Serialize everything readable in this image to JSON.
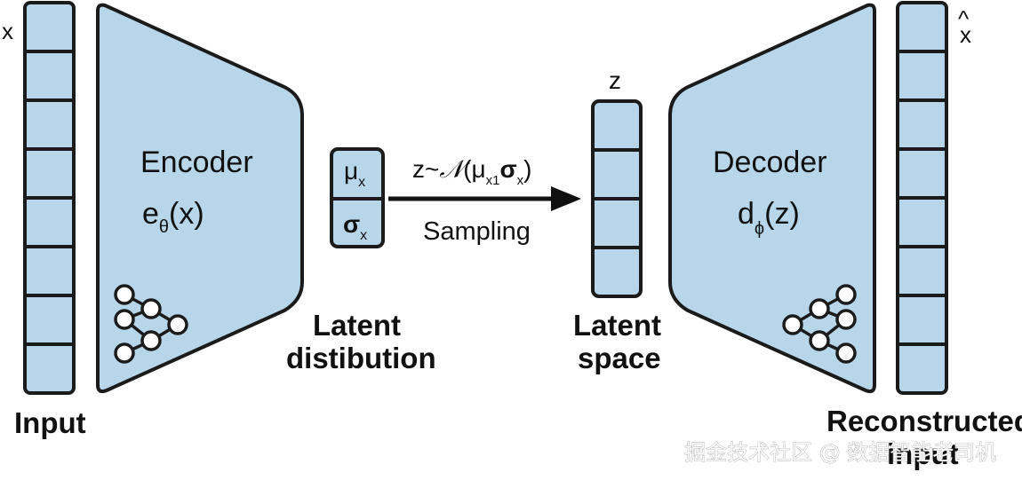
{
  "input": {
    "symbol": "x",
    "label": "Input",
    "cells": 8
  },
  "encoder": {
    "title": "Encoder",
    "func": "e",
    "func_sub": "θ",
    "func_arg": "(x)"
  },
  "latent_dist": {
    "mu": "μ",
    "mu_sub": "x",
    "sigma": "σ",
    "sigma_sub": "x",
    "label_line1": "Latent",
    "label_line2": "distibution"
  },
  "sampling": {
    "formula_pre": "z~",
    "formula_dist": "𝒩",
    "formula_open": "(μ",
    "formula_sub1": "x1",
    "formula_sigma": "σ",
    "formula_sub2": "x",
    "formula_close": ")",
    "label": "Sampling"
  },
  "latent_space": {
    "symbol": "z",
    "label_line1": "Latent",
    "label_line2": "space",
    "cells": 4
  },
  "decoder": {
    "title": "Decoder",
    "func": "d",
    "func_sub": "ϕ",
    "func_arg": "(z)"
  },
  "output": {
    "symbol": "x",
    "hat": "^",
    "label_line1": "Reconstructed",
    "label_line2": "input",
    "cells": 8
  },
  "watermark": "掘金技术社区 @ 数据智能老司机",
  "colors": {
    "fill": "#b8d6ea",
    "stroke": "#1b1b1b"
  }
}
